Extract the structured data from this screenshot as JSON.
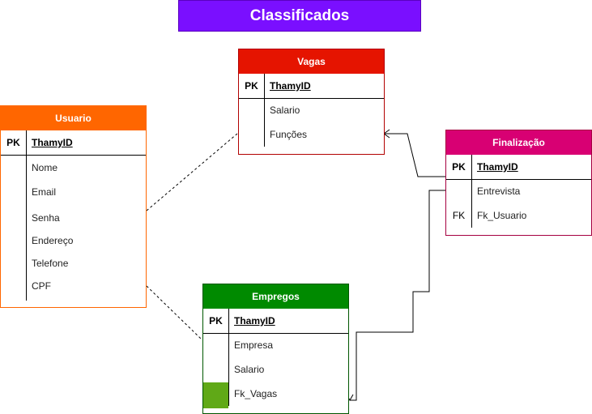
{
  "title": "Classificados",
  "colors": {
    "title_bg": "#7a0fff",
    "usuario": "#ff6600",
    "vagas": "#e51400",
    "finalizacao": "#d80073",
    "empregos": "#008a00",
    "marker": "#60a917"
  },
  "entities": {
    "usuario": {
      "name": "Usuario",
      "pk_label": "PK",
      "pk_field": "ThamyID",
      "fields": [
        "Nome",
        "Email",
        "Senha",
        "Endereço",
        "Telefone",
        "CPF"
      ]
    },
    "vagas": {
      "name": "Vagas",
      "pk_label": "PK",
      "pk_field": "ThamyID",
      "fields": [
        "Salario",
        "Funções"
      ]
    },
    "finalizacao": {
      "name": "Finalização",
      "pk_label": "PK",
      "pk_field": "ThamyID",
      "fields": [
        "Entrevista",
        "Fk_Usuario"
      ],
      "fk_label": "FK"
    },
    "empregos": {
      "name": "Empregos",
      "pk_label": "PK",
      "pk_field": "ThamyID",
      "fields": [
        "Empresa",
        "Salario",
        "Fk_Vagas"
      ]
    }
  }
}
